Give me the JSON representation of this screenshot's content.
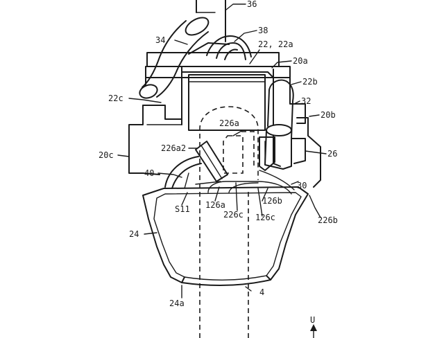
{
  "labels": {
    "l36": "36",
    "l38": "38",
    "l34": "34",
    "l22_22a": "22, 22a",
    "l20a": "20a",
    "l22b": "22b",
    "l22c": "22c",
    "l32": "32",
    "l20b": "20b",
    "l226a_top": "226a",
    "l226a2": "226a2",
    "l20c": "20c",
    "l26": "26",
    "l40": "40",
    "l30": "30",
    "lS11": "S11",
    "l126a": "126a",
    "l126b": "126b",
    "l226c": "226c",
    "l126c": "126c",
    "l226b": "226b",
    "l24": "24",
    "l24a": "24a",
    "l4": "4",
    "direction": "U"
  }
}
